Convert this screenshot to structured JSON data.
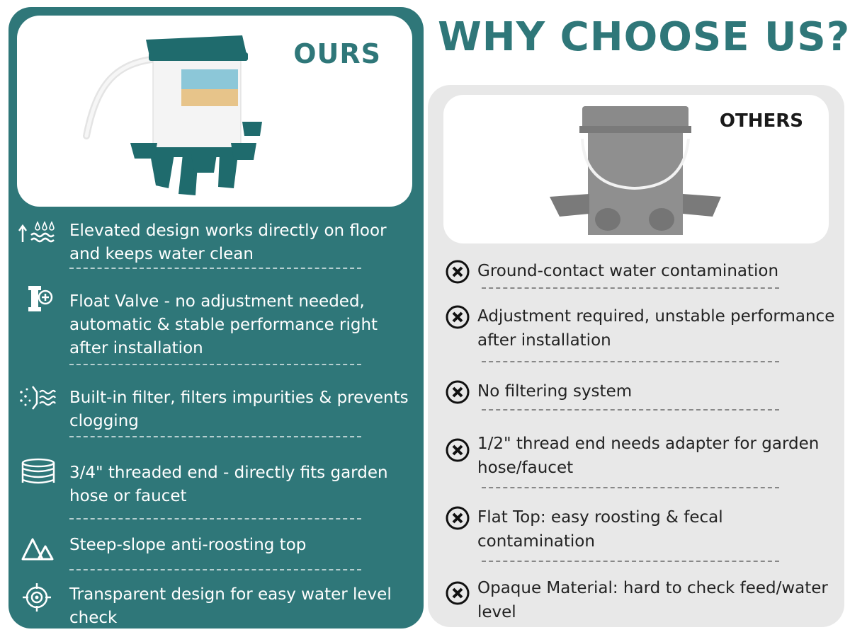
{
  "header": {
    "title": "WHY CHOOSE US?"
  },
  "ours": {
    "label": "OURS",
    "features": [
      {
        "icon": "rising-water-icon",
        "text": "Elevated design works directly on floor and keeps water clean"
      },
      {
        "icon": "float-valve-icon",
        "text": "Float Valve - no adjustment needed, automatic & stable performance right after installation"
      },
      {
        "icon": "filter-icon",
        "text": "Built-in filter, filters impurities & prevents clogging"
      },
      {
        "icon": "thread-icon",
        "text": "3/4\" threaded end - directly fits garden hose or faucet"
      },
      {
        "icon": "slope-top-icon",
        "text": "Steep-slope anti-roosting top"
      },
      {
        "icon": "target-icon",
        "text": "Transparent design for easy water level check"
      }
    ]
  },
  "others": {
    "label": "OTHERS",
    "cons": [
      {
        "icon": "x-circle-icon",
        "text": "Ground-contact water contamination"
      },
      {
        "icon": "x-circle-icon",
        "text": "Adjustment required, unstable performance after installation"
      },
      {
        "icon": "x-circle-icon",
        "text": "No filtering system"
      },
      {
        "icon": "x-circle-icon",
        "text": "1/2\" thread end needs adapter for garden hose/faucet"
      },
      {
        "icon": "x-circle-icon",
        "text": "Flat Top: easy roosting & fecal contamination"
      },
      {
        "icon": "x-circle-icon",
        "text": "Opaque Material: hard to check feed/water level"
      }
    ]
  },
  "colors": {
    "teal": "#2f7779",
    "grey_panel": "#e8e8e8",
    "product_teal": "#1f6b6d",
    "product_grey": "#8a8a8a"
  }
}
